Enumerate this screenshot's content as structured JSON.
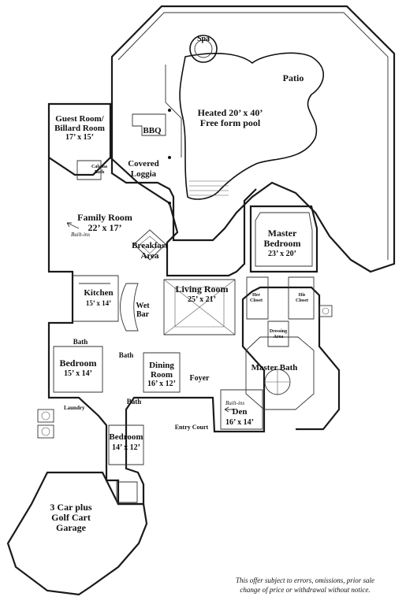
{
  "rooms": {
    "spa": "Spa",
    "patio": "Patio",
    "pool": {
      "name": "Heated 20’ x 40’",
      "desc": "Free form pool"
    },
    "bbq": "BBQ",
    "guest": {
      "name1": "Guest Room/",
      "name2": "Billard Room",
      "dim": "17’ x 15’"
    },
    "cabana": {
      "name1": "Cabana",
      "name2": "Bath"
    },
    "loggia": {
      "name1": "Covered",
      "name2": "Loggia"
    },
    "family": {
      "name": "Family Room",
      "dim": "22’ x 17’"
    },
    "breakfast": {
      "name1": "Breakfast",
      "name2": "Area"
    },
    "master_bed": {
      "name1": "Master",
      "name2": "Bedroom",
      "dim": "23’ x 20’"
    },
    "kitchen": {
      "name": "Kitchen",
      "dim": "15’ x 14’"
    },
    "wet_bar": {
      "name1": "Wet",
      "name2": "Bar"
    },
    "living": {
      "name": "Living Room",
      "dim": "25’ x 21’"
    },
    "her_closet": {
      "name1": "Her",
      "name2": "Closet"
    },
    "his_closet": {
      "name1": "His",
      "name2": "Closet"
    },
    "dressing": {
      "name1": "Dressing",
      "name2": "Area"
    },
    "bath1": "Bath",
    "bedroom1": {
      "name": "Bedroom",
      "dim": "15’ x 14’"
    },
    "bath2": "Bath",
    "dining": {
      "name1": "Dining",
      "name2": "Room",
      "dim": "16’ x 12’"
    },
    "foyer": "Foyer",
    "master_bath": "Master Bath",
    "bath3": "Bath",
    "laundry": "Laundry",
    "den": {
      "name": "Den",
      "dim": "16’ x 14’"
    },
    "entry": "Entry Court",
    "bedroom2": {
      "name": "Bedroom",
      "dim": "14’ x 12’"
    },
    "garage": {
      "name1": "3 Car plus",
      "name2": "Golf Cart",
      "name3": "Garage"
    }
  },
  "annotations": {
    "builtins_1": "Built-ins",
    "builtins_2": "Built-ins"
  },
  "disclaimer": {
    "line1": "This offer subject to errors, omissions, prior sale",
    "line2": "change of price or withdrawal without notice."
  }
}
